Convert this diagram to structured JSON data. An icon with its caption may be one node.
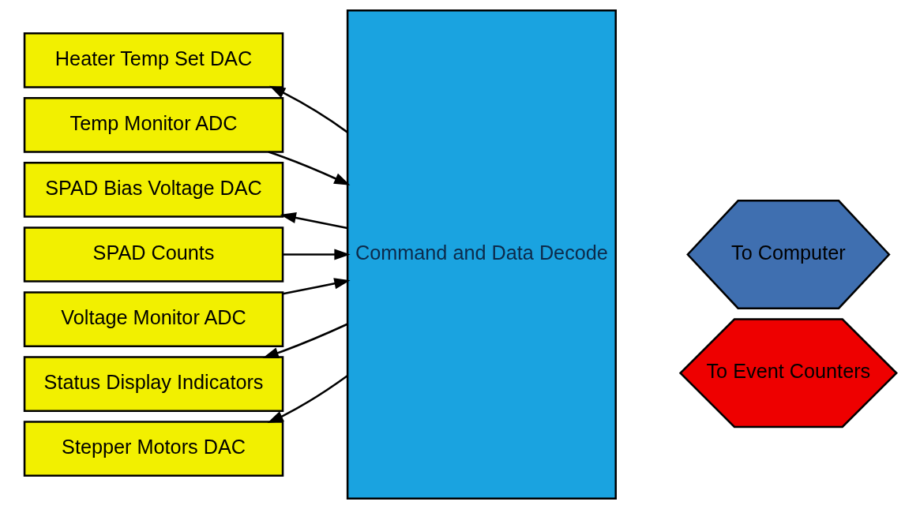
{
  "diagram": {
    "nodes": [
      {
        "text": [
          "Heater Temp Set DAC"
        ]
      },
      {
        "text": [
          "Temp Monitor ADC"
        ]
      },
      {
        "text": [
          "SPAD Bias Voltage DAC"
        ]
      },
      {
        "text": [
          "SPAD Counts"
        ]
      },
      {
        "text": [
          "Voltage Monitor ADC"
        ]
      },
      {
        "text": [
          "Status Display Indicators"
        ]
      },
      {
        "text": [
          "Stepper Motors DAC"
        ]
      },
      {
        "text": [
          "Command and Data Decode"
        ]
      },
      {
        "text": [
          "To Computer"
        ]
      },
      {
        "text": [
          "To Event Counters"
        ]
      }
    ],
    "edges": [
      {
        "from": 7,
        "to": 0,
        "arrow": "to"
      },
      {
        "from": 1,
        "to": 7,
        "arrow": "to"
      },
      {
        "from": 7,
        "to": 2,
        "arrow": "to"
      },
      {
        "from": 3,
        "to": 7,
        "arrow": "to"
      },
      {
        "from": 4,
        "to": 7,
        "arrow": "to"
      },
      {
        "from": 7,
        "to": 5,
        "arrow": "to"
      },
      {
        "from": 7,
        "to": 6,
        "arrow": "to"
      }
    ]
  }
}
